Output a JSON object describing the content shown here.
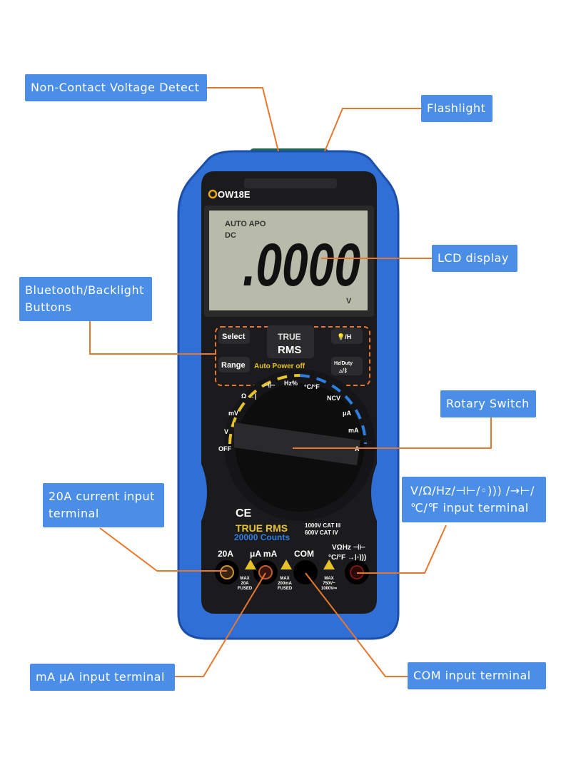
{
  "callouts": {
    "ncv": "Non-Contact Voltage Detect",
    "flashlight": "Flashlight",
    "lcd": "LCD display",
    "buttons": "Bluetooth/Backlight Buttons",
    "rotary": "Rotary Switch",
    "a20": "20A current input terminal",
    "vterm": "V/Ω/Hz/⊣⊢/◦))) /→⊢/ ℃/℉ input terminal",
    "ma": "mA μA input terminal",
    "com": "COM input terminal"
  },
  "device": {
    "model": "OW18E",
    "lcd": {
      "mode1": "AUTO APO",
      "mode2": "DC",
      "reading": ".0000",
      "unit": "V"
    },
    "buttons": {
      "select": "Select",
      "range": "Range",
      "true": "TRUE",
      "rms": "RMS",
      "light": "💡/H",
      "hz": "Hz/Duty",
      "hz2": "△/ᛒ"
    },
    "auto_power_off": "Auto  Power  off",
    "dial": [
      "OFF",
      "V",
      "mV",
      "Ω →|",
      "⊣⊢",
      "Hz%",
      "°C/°F",
      "NCV",
      "μA",
      "mA",
      "A"
    ],
    "ce": "CE",
    "true_rms": "TRUE RMS",
    "counts": "20000 Counts",
    "cat1": "1000V CAT III",
    "cat2": "600V CAT IV",
    "terminals": [
      "20A",
      "μA mA",
      "COM",
      "VΩHz ⊣⊢",
      "°C/°F →|◦)))"
    ],
    "fuse1": [
      "MAX",
      "20A",
      "FUSED"
    ],
    "fuse2": [
      "MAX",
      "200mA",
      "FUSED"
    ],
    "fuse3": [
      "MAX",
      "750V~",
      "1000V⎓"
    ]
  },
  "colors": {
    "callout": "#4a8ee8",
    "leader": "#e8772e",
    "body": "#2f6fd6",
    "face": "#1b1b1d",
    "lcd": "#b8bba9",
    "accent_yellow": "#e6c22a"
  }
}
